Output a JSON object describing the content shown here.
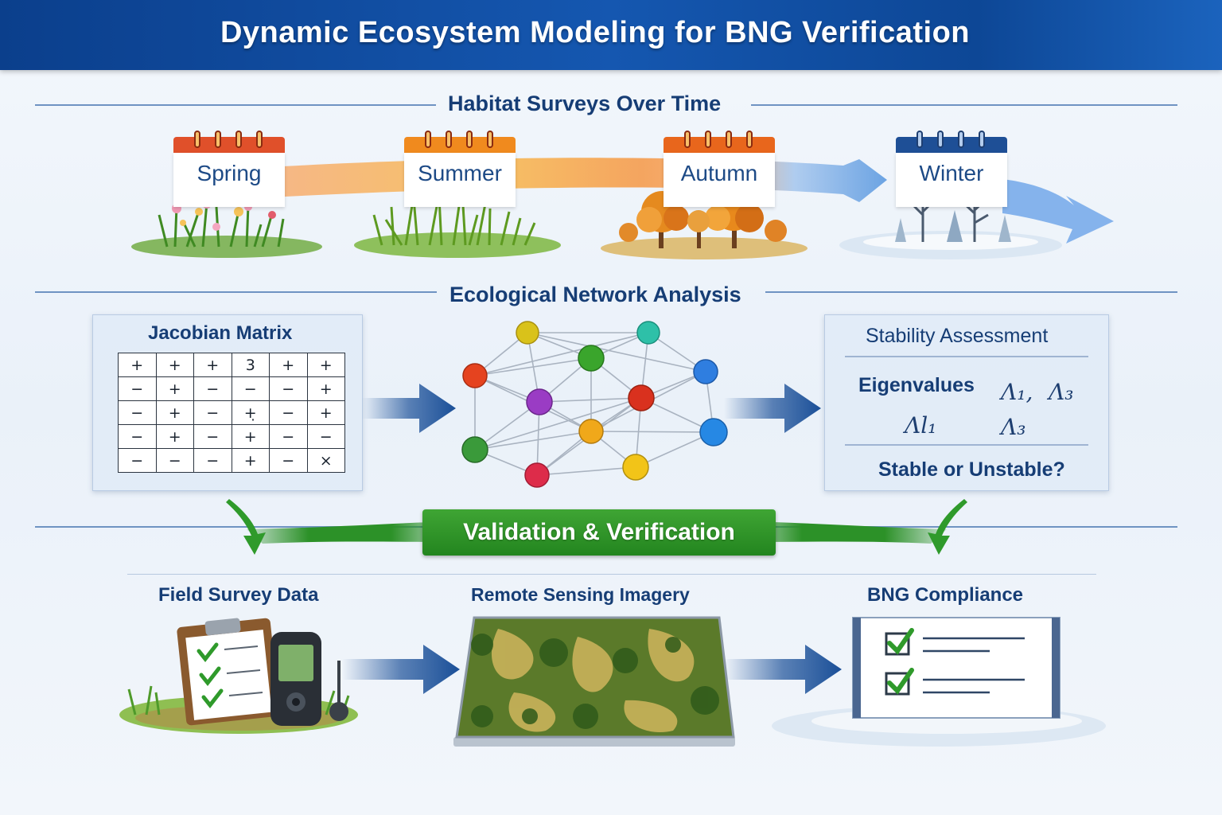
{
  "header": {
    "title": "Dynamic Ecosystem Modeling for BNG Verification"
  },
  "sections": {
    "habitat": "Habitat Surveys Over Time",
    "network": "Ecological Network Analysis",
    "validation": "Validation & Verification"
  },
  "seasons": [
    {
      "label": "Spring",
      "color": "#e0502a",
      "icon": "flower-meadow-icon"
    },
    {
      "label": "Summer",
      "color": "#f08a1e",
      "icon": "grass-icon"
    },
    {
      "label": "Autumn",
      "color": "#e8661c",
      "icon": "autumn-tree-icon"
    },
    {
      "label": "Winter",
      "color": "#1e4f96",
      "icon": "snowy-tree-icon"
    }
  ],
  "jacobian": {
    "title": "Jacobian Matrix",
    "rows": [
      [
        "+",
        "+",
        "+",
        "3",
        "+",
        "+"
      ],
      [
        "−",
        "+",
        "−",
        "−",
        "−",
        "+"
      ],
      [
        "−",
        "+",
        "−",
        "+̣",
        "−",
        "+"
      ],
      [
        "−",
        "+",
        "−",
        "+",
        "−",
        "−"
      ],
      [
        "−",
        "−",
        "−",
        "+",
        "−",
        "×"
      ]
    ]
  },
  "network_icon": "network-graph-icon",
  "stability": {
    "title": "Stability Assessment",
    "eigen_label": "Eigenvalues",
    "e1": "Λ₁,",
    "e2": "Λ₃",
    "e3": "Λl₁",
    "e4": "Λ₃",
    "question": "Stable or Unstable?"
  },
  "bottom": {
    "field": "Field Survey Data",
    "remote": "Remote Sensing Imagery",
    "bng": "BNG Compliance"
  },
  "colors": {
    "header": "#0b3f8c",
    "arrow_blue": "#1a4f98",
    "arrow_orange": "#f4a55a",
    "green": "#2c9128"
  }
}
